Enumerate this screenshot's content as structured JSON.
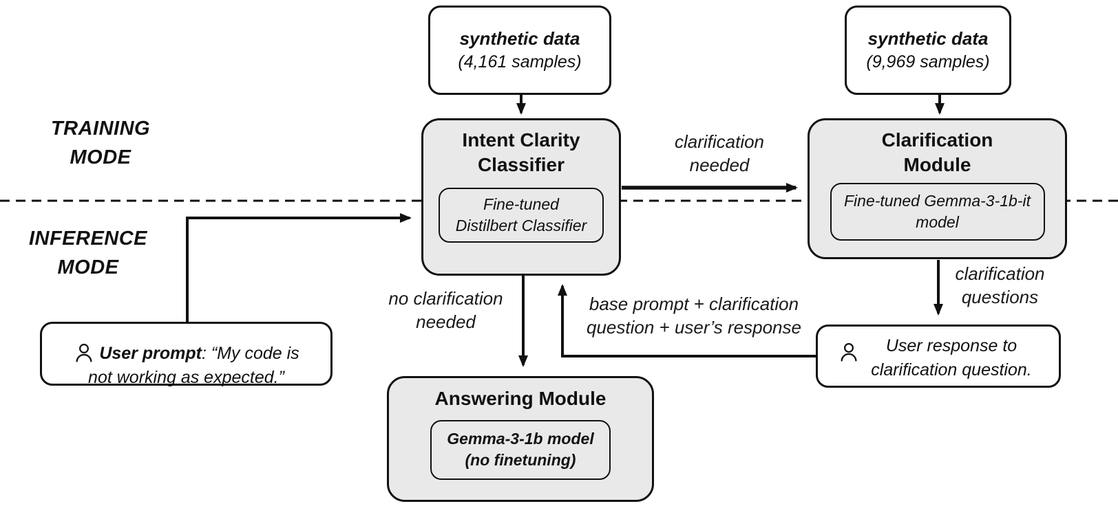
{
  "colors": {
    "background": "#ffffff",
    "box_fill_gray": "#e9e9e9",
    "box_fill_white": "#ffffff",
    "line_color": "#111111",
    "text_color": "#111111"
  },
  "modes": {
    "training": "TRAINING\nMODE",
    "inference": "INFERENCE\nMODE"
  },
  "nodes": {
    "synthetic_data_left": {
      "title": "synthetic data",
      "subtitle": "(4,161 samples)"
    },
    "synthetic_data_right": {
      "title": "synthetic data",
      "subtitle": "(9,969 samples)"
    },
    "intent_clarity_classifier": {
      "title": "Intent Clarity\nClassifier",
      "inner": "Fine-tuned\nDistilbert Classifier"
    },
    "clarification_module": {
      "title": "Clarification\nModule",
      "inner": "Fine-tuned Gemma-3-1b-it\nmodel"
    },
    "answering_module": {
      "title": "Answering Module",
      "inner": "Gemma-3-1b model\n(no finetuning)"
    },
    "user_prompt": {
      "label": "User prompt",
      "text": ": “My code is\nnot working as expected.”"
    },
    "user_response": {
      "text": "User response to\nclarification question."
    }
  },
  "edge_labels": {
    "clarification_needed": "clarification\nneeded",
    "no_clarification_needed": "no clarification\nneeded",
    "base_prompt": "base prompt + clarification\nquestion + user’s response",
    "clarification_questions": "clarification\nquestions"
  },
  "icons": {
    "person": "person-icon"
  }
}
